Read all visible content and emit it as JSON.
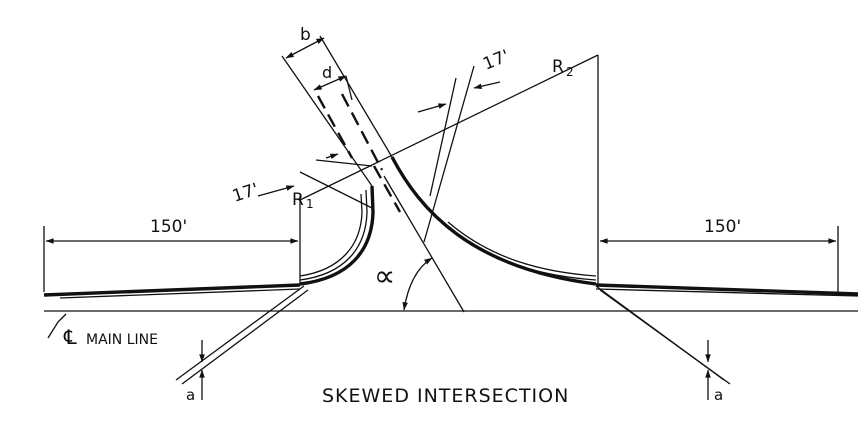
{
  "diagram": {
    "caption": "SKEWED INTERSECTION",
    "left_distance": "150'",
    "right_distance": "150'",
    "offset_left": "17'",
    "offset_right": "17'",
    "radius_1": "R",
    "radius_1_sub": "1",
    "radius_2": "R",
    "radius_2_sub": "2",
    "width_b": "b",
    "width_d": "d",
    "taper_left": "a",
    "taper_right": "a",
    "angle_symbol": "∝",
    "main_line_symbol": "℄",
    "main_line_label": "MAIN LINE"
  }
}
